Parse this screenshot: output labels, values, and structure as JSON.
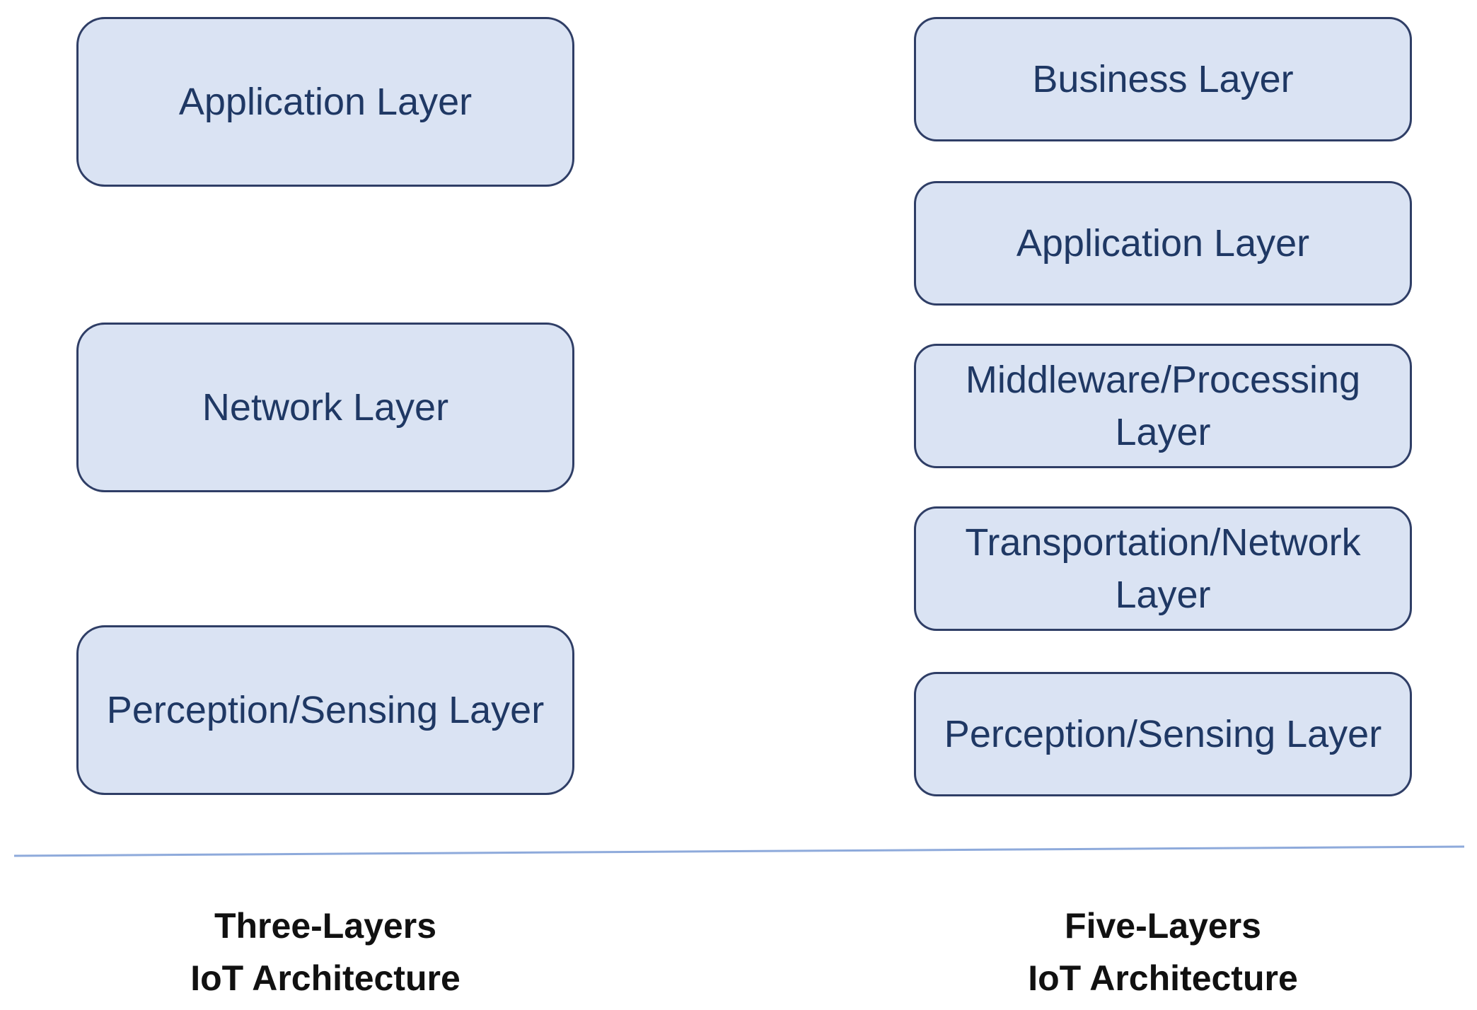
{
  "three_layers": {
    "layers": [
      {
        "label": "Application Layer"
      },
      {
        "label": "Network Layer"
      },
      {
        "label": "Perception/Sensing Layer"
      }
    ],
    "caption": {
      "line1": "Three-Layers",
      "line2": "IoT Architecture"
    }
  },
  "five_layers": {
    "layers": [
      {
        "label": "Business Layer"
      },
      {
        "label": "Application Layer"
      },
      {
        "label": "Middleware/Processing Layer"
      },
      {
        "label": "Transportation/Network Layer"
      },
      {
        "label": "Perception/Sensing Layer"
      }
    ],
    "caption": {
      "line1": "Five-Layers",
      "line2": "IoT Architecture"
    }
  },
  "colors": {
    "box_fill": "#dae3f3",
    "box_border": "#2f3e66",
    "box_text": "#1f3864",
    "divider": "#8eaadb"
  }
}
